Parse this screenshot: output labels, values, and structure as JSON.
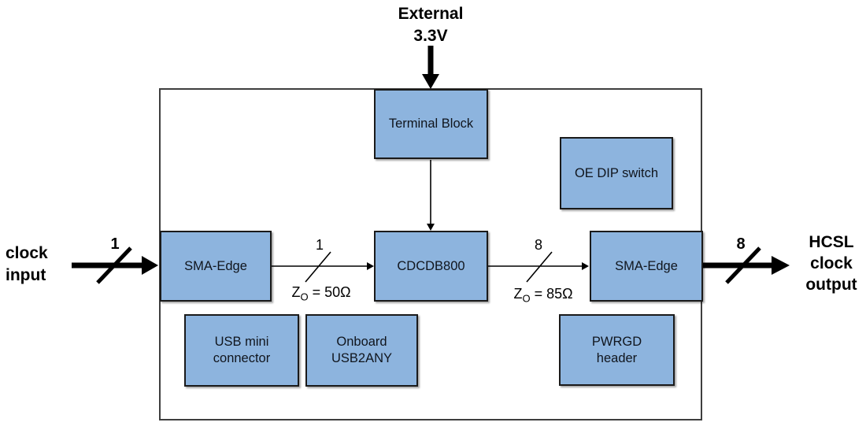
{
  "external_power": {
    "line1": "External",
    "line2": "3.3V"
  },
  "clock_input": {
    "line1": "clock",
    "line2": "input"
  },
  "hcsl_output": {
    "line1": "HCSL",
    "line2": "clock",
    "line3": "output"
  },
  "boxes": {
    "terminal_block": {
      "label": "Terminal Block"
    },
    "oe_dip_switch": {
      "label": "OE DIP switch"
    },
    "sma_edge_left": {
      "label": "SMA-Edge"
    },
    "cdcdb800": {
      "label": "CDCDB800"
    },
    "sma_edge_right": {
      "label": "SMA-Edge"
    },
    "usb_mini": {
      "line1": "USB mini",
      "line2": "connector"
    },
    "usb2any": {
      "line1": "Onboard",
      "line2": "USB2ANY"
    },
    "pwrgd": {
      "line1": "PWRGD",
      "line2": "header"
    }
  },
  "bus_labels": {
    "input_width": "1",
    "internal_input_width": "1",
    "internal_output_width": "8",
    "output_width": "8",
    "input_impedance": {
      "base": "Z",
      "sub": "O",
      "rest": " = 50Ω"
    },
    "output_impedance": {
      "base": "Z",
      "sub": "O",
      "rest": " = 85Ω"
    }
  },
  "colors": {
    "box_fill": "#8DB4DE",
    "box_border": "#1A1A1A",
    "board_border": "#3E3E3E",
    "wire": "#000000"
  }
}
